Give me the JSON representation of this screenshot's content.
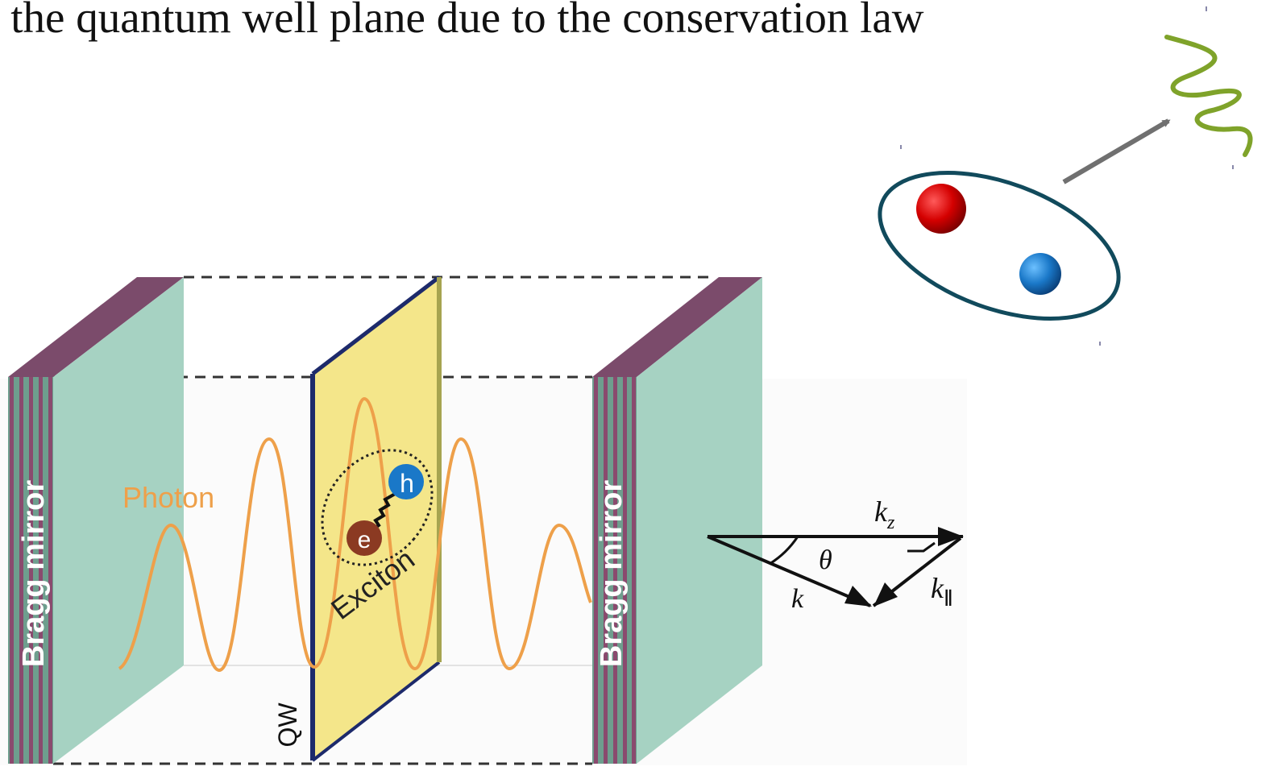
{
  "header": {
    "text": "o the quantum well plane due to the conservation law"
  },
  "cavity": {
    "left_mirror_label": "Bragg mirror",
    "right_mirror_label": "Bragg mirror",
    "qw_label": "QW",
    "photon_label": "Photon",
    "exciton_label": "Exciton",
    "electron_label": "e",
    "hole_label": "h"
  },
  "vectors": {
    "kz_label": "k",
    "kz_sub": "z",
    "theta_label": "θ",
    "k_label": "k",
    "kpar_label": "k",
    "kpar_sub": "∥"
  },
  "colors": {
    "mirror_face": "#a6d2c2",
    "mirror_stripe": "#8a4a6e",
    "qw_plane": "#f4e68a",
    "qw_edge": "#1d2a6b",
    "photon_wave": "#eea04a",
    "exciton_ellipse": "#114a5c",
    "electron": "#c40000",
    "hole": "#1a78c8",
    "emitted_photon": "#7fa32a",
    "arrow": "#707070"
  }
}
